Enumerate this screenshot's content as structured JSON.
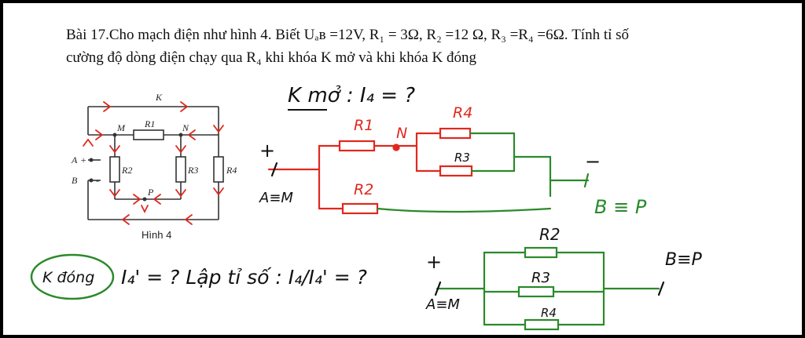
{
  "problem": {
    "line1": "Bài 17.Cho mạch điện như hình 4. Biết Uₐʙ =12V, R₁ = 3Ω, R₂ =12 Ω, R₃ =R₄ =6Ω. Tính tỉ số",
    "line2": "cường độ dòng điện chạy qua R₄ khi khóa K mở và khi khóa K đóng"
  },
  "figure": {
    "caption": "Hình 4",
    "labels": {
      "k": "K",
      "m": "M",
      "n": "N",
      "p": "P",
      "r1": "R1",
      "r2": "R2",
      "r3": "R3",
      "r4": "R4",
      "a": "A",
      "b": "B",
      "plus": "+",
      "minus": "-"
    }
  },
  "notes": {
    "k_open": "K mở : I₄ = ?",
    "k_closed": "K đóng",
    "k_closed_question": "I₄' = ? Lập tỉ số : I₄/I₄' = ?",
    "circuit_open": {
      "r1": "R1",
      "n": "N",
      "r4": "R4",
      "r3": "R3",
      "r2": "R2",
      "plus": "+",
      "minus": "−",
      "a_eq_m": "A≡M",
      "b_eq_p": "B ≡ P"
    },
    "circuit_closed": {
      "r2": "R2",
      "r3": "R3",
      "r4": "R4",
      "plus": "+",
      "a_eq_m": "A≡M",
      "b_eq_p": "B≡P"
    }
  },
  "colors": {
    "ink": "#111111",
    "red": "#e0281e",
    "green": "#2a8a2a"
  }
}
